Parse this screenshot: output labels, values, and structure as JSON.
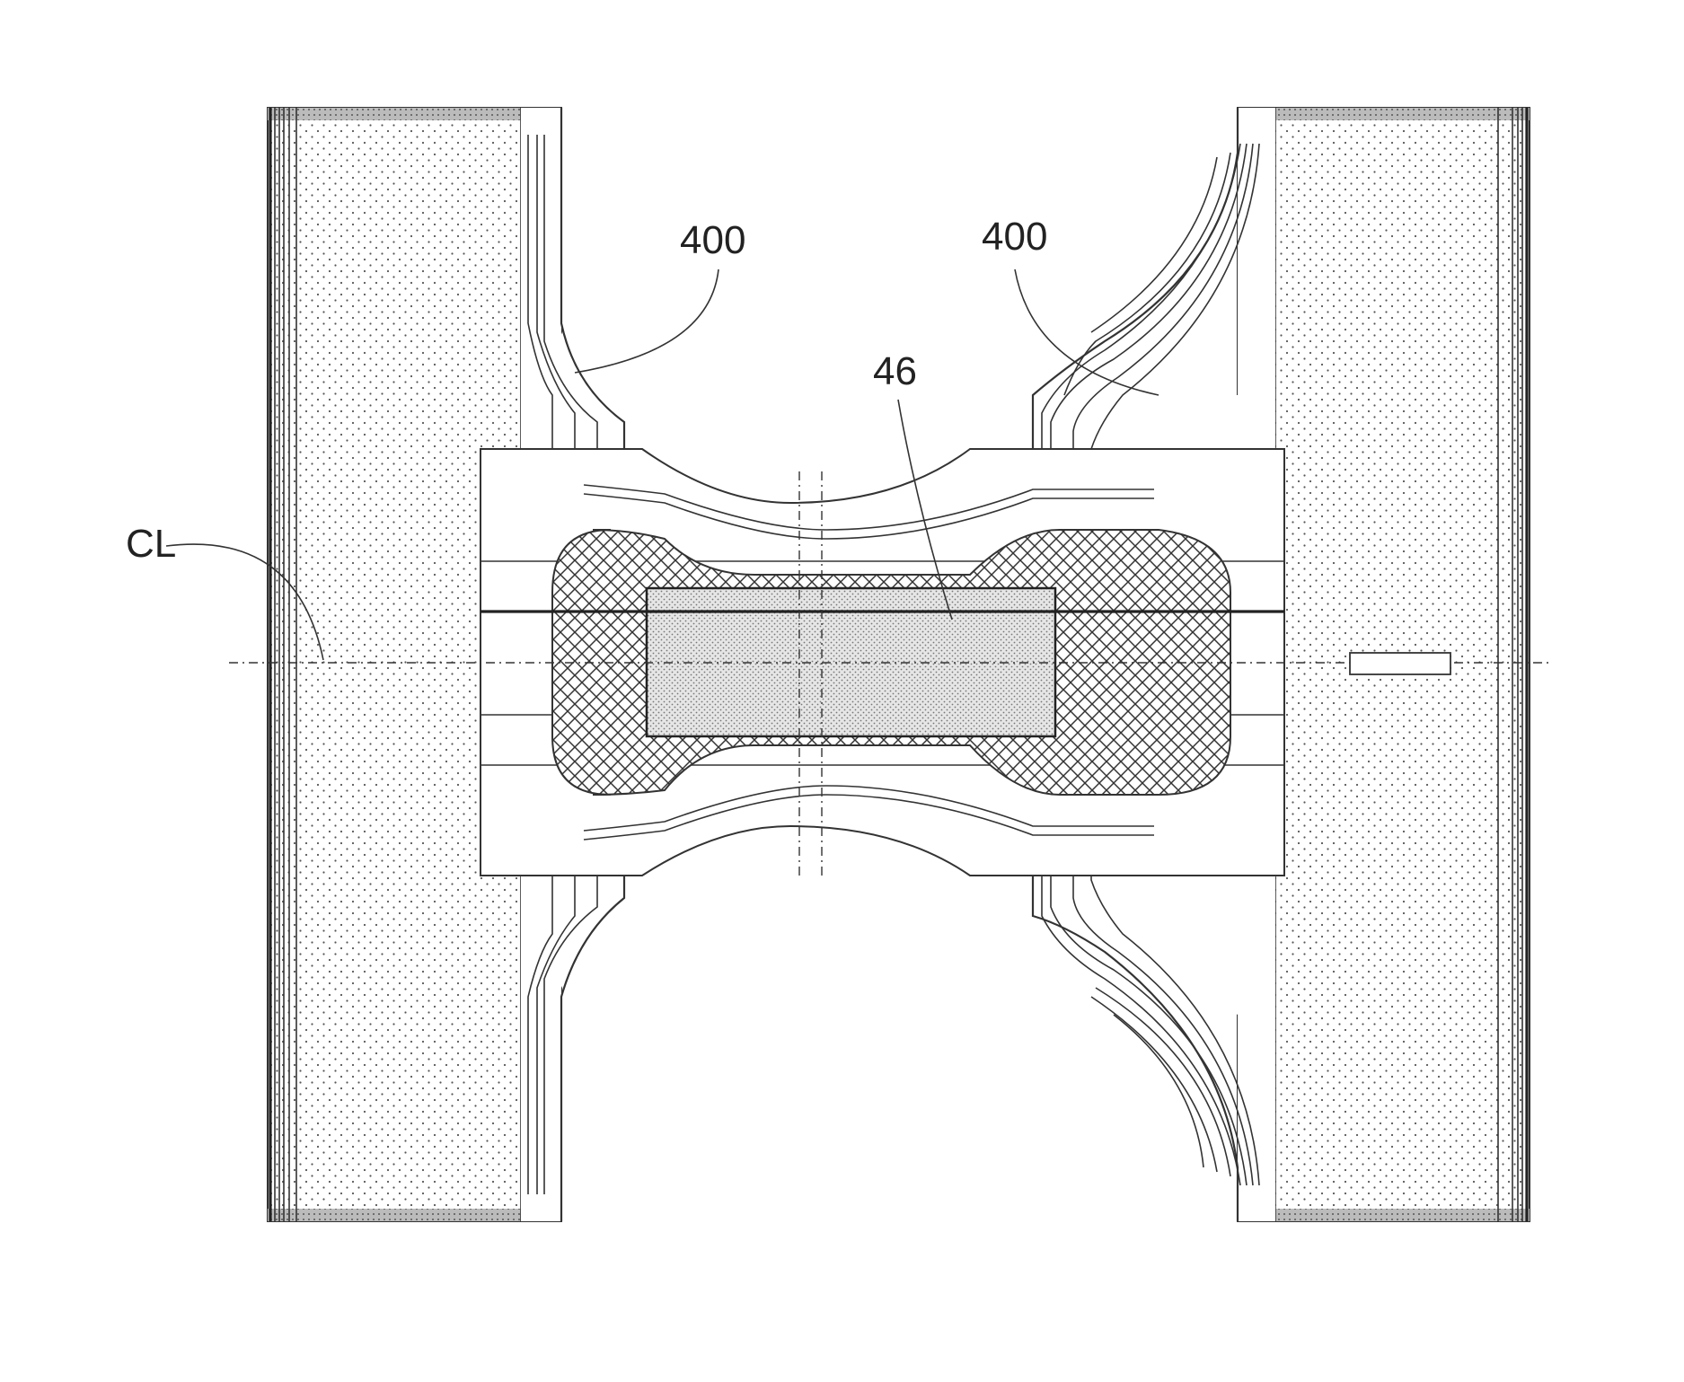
{
  "labels": {
    "elastic_left": "400",
    "elastic_right": "400",
    "core": "46",
    "centerline": "CL"
  }
}
